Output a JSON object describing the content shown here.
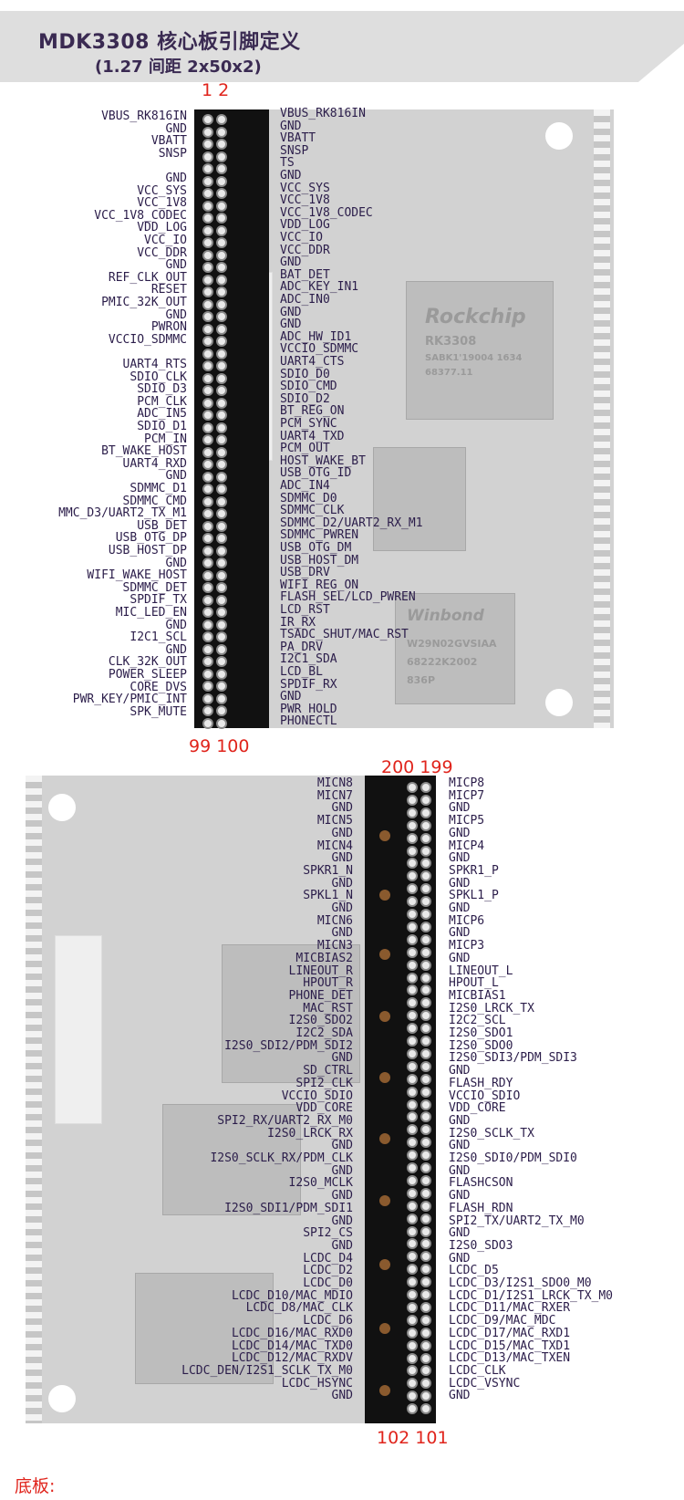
{
  "title": "MDK3308 核心板引脚定义",
  "subtitle": "(1.27 间距 2x50x2)",
  "footer_label": "底板:",
  "colors": {
    "label": "#2b1d4a",
    "pin_number": "#e0241c",
    "header": "#111111",
    "banner": "#dedede"
  },
  "top_header": {
    "pin_numbers": {
      "top": "1 2",
      "bottom": "99 100"
    },
    "chip_text": [
      "Rockchip",
      "RK3308",
      "SABK1'19004 1634",
      "68377.11",
      "Winbond",
      "W29N02GVSIAA",
      "68222K2002",
      "836P"
    ],
    "left_labels": [
      "VBUS_RK816IN",
      "GND",
      "VBATT",
      "SNSP",
      "",
      "GND",
      "VCC_SYS",
      "VCC_1V8",
      "VCC_1V8_CODEC",
      "VDD_LOG",
      "VCC_IO",
      "VCC_DDR",
      "GND",
      "REF_CLK_OUT",
      "RESET",
      "PMIC_32K_OUT",
      "GND",
      "PWRON",
      "VCCIO_SDMMC",
      "",
      "UART4_RTS",
      "SDIO_CLK",
      "SDIO_D3",
      "PCM_CLK",
      "ADC_IN5",
      "SDIO_D1",
      "PCM_IN",
      "BT_WAKE_HOST",
      "UART4_RXD",
      "GND",
      "SDMMC_D1",
      "SDMMC_CMD",
      "MMC_D3/UART2_TX_M1",
      "USB_DET",
      "USB_OTG_DP",
      "USB_HOST_DP",
      "GND",
      "WIFI_WAKE_HOST",
      "SDMMC_DET",
      "SPDIF_TX",
      "MIC_LED_EN",
      "GND",
      "I2C1_SCL",
      "GND",
      "CLK_32K_OUT",
      "POWER_SLEEP",
      "CORE_DVS",
      "PWR_KEY/PMIC_INT",
      "SPK_MUTE"
    ],
    "right_labels": [
      "VBUS_RK816IN",
      "GND",
      "VBATT",
      "SNSP",
      "TS",
      "GND",
      "VCC_SYS",
      "VCC_1V8",
      "VCC_1V8_CODEC",
      "VDD_LOG",
      "VCC_IO",
      "VCC_DDR",
      "GND",
      "BAT_DET",
      "ADC_KEY_IN1",
      "ADC_IN0",
      "GND",
      "GND",
      "ADC_HW_ID1",
      "VCCIO_SDMMC",
      "UART4_CTS",
      "SDIO_D0",
      "SDIO_CMD",
      "SDIO_D2",
      "BT_REG_ON",
      "PCM_SYNC",
      "UART4_TXD",
      "PCM_OUT",
      "HOST_WAKE_BT",
      "USB_OTG_ID",
      "ADC_IN4",
      "SDMMC_D0",
      "SDMMC_CLK",
      "SDMMC_D2/UART2_RX_M1",
      "SDMMC_PWREN",
      "USB_OTG_DM",
      "USB_HOST_DM",
      "USB_DRV",
      "WIFI_REG_ON",
      "FLASH_SEL/LCD_PWREN",
      "LCD_RST",
      "IR_RX",
      "TSADC_SHUT/MAC_RST",
      "PA_DRV",
      "I2C1_SDA",
      "LCD_BL",
      "SPDIF_RX",
      "GND",
      "PWR HOLD",
      "PHONECTL"
    ]
  },
  "bottom_header": {
    "pin_numbers": {
      "top": "200 199",
      "bottom": "102 101"
    },
    "left_labels": [
      "MICN8",
      "MICN7",
      "GND",
      "MICN5",
      "GND",
      "MICN4",
      "GND",
      "SPKR1_N",
      "GND",
      "SPKL1_N",
      "GND",
      "MICN6",
      "GND",
      "MICN3",
      "MICBIAS2",
      "LINEOUT_R",
      "HPOUT_R",
      "PHONE_DET",
      "MAC_RST",
      "I2S0_SDO2",
      "I2C2_SDA",
      "I2S0_SDI2/PDM_SDI2",
      "GND",
      "SD_CTRL",
      "SPI2_CLK",
      "VCCIO_SDIO",
      "VDD_CORE",
      "SPI2_RX/UART2_RX_M0",
      "I2S0_LRCK_RX",
      "GND",
      "I2S0_SCLK_RX/PDM_CLK",
      "GND",
      "I2S0_MCLK",
      "GND",
      "I2S0_SDI1/PDM_SDI1",
      "GND",
      "SPI2_CS",
      "GND",
      "LCDC_D4",
      "LCDC_D2",
      "LCDC_D0",
      "LCDC_D10/MAC_MDIO",
      "LCDC_D8/MAC_CLK",
      "LCDC_D6",
      "LCDC_D16/MAC_RXD0",
      "LCDC_D14/MAC_TXD0",
      "LCDC_D12/MAC_RXDV",
      "LCDC_DEN/I2S1_SCLK_TX_M0",
      "LCDC_HSYNC",
      "GND"
    ],
    "right_labels": [
      "MICP8",
      "MICP7",
      "GND",
      "MICP5",
      "GND",
      "MICP4",
      "GND",
      "SPKR1_P",
      "GND",
      "SPKL1_P",
      "GND",
      "MICP6",
      "GND",
      "MICP3",
      "GND",
      "LINEOUT_L",
      "HPOUT_L",
      "MICBIAS1",
      "I2S0_LRCK_TX",
      "I2C2_SCL",
      "I2S0_SDO1",
      "I2S0_SDO0",
      "I2S0_SDI3/PDM_SDI3",
      "GND",
      "FLASH_RDY",
      "VCCIO_SDIO",
      "VDD_CORE",
      "GND",
      "I2S0_SCLK_TX",
      "GND",
      "I2S0_SDI0/PDM_SDI0",
      "GND",
      "FLASHCSON",
      "GND",
      "FLASH_RDN",
      "SPI2_TX/UART2_TX_M0",
      "GND",
      "I2S0_SDO3",
      "GND",
      "LCDC_D5",
      "LCDC_D3/I2S1_SDO0_M0",
      "LCDC_D1/I2S1_LRCK_TX_M0",
      "LCDC_D11/MAC_RXER",
      "LCDC_D9/MAC_MDC",
      "LCDC_D17/MAC_RXD1",
      "LCDC_D15/MAC_TXD1",
      "LCDC_D13/MAC_TXEN",
      "LCDC_CLK",
      "LCDC_VSYNC",
      "GND"
    ]
  }
}
